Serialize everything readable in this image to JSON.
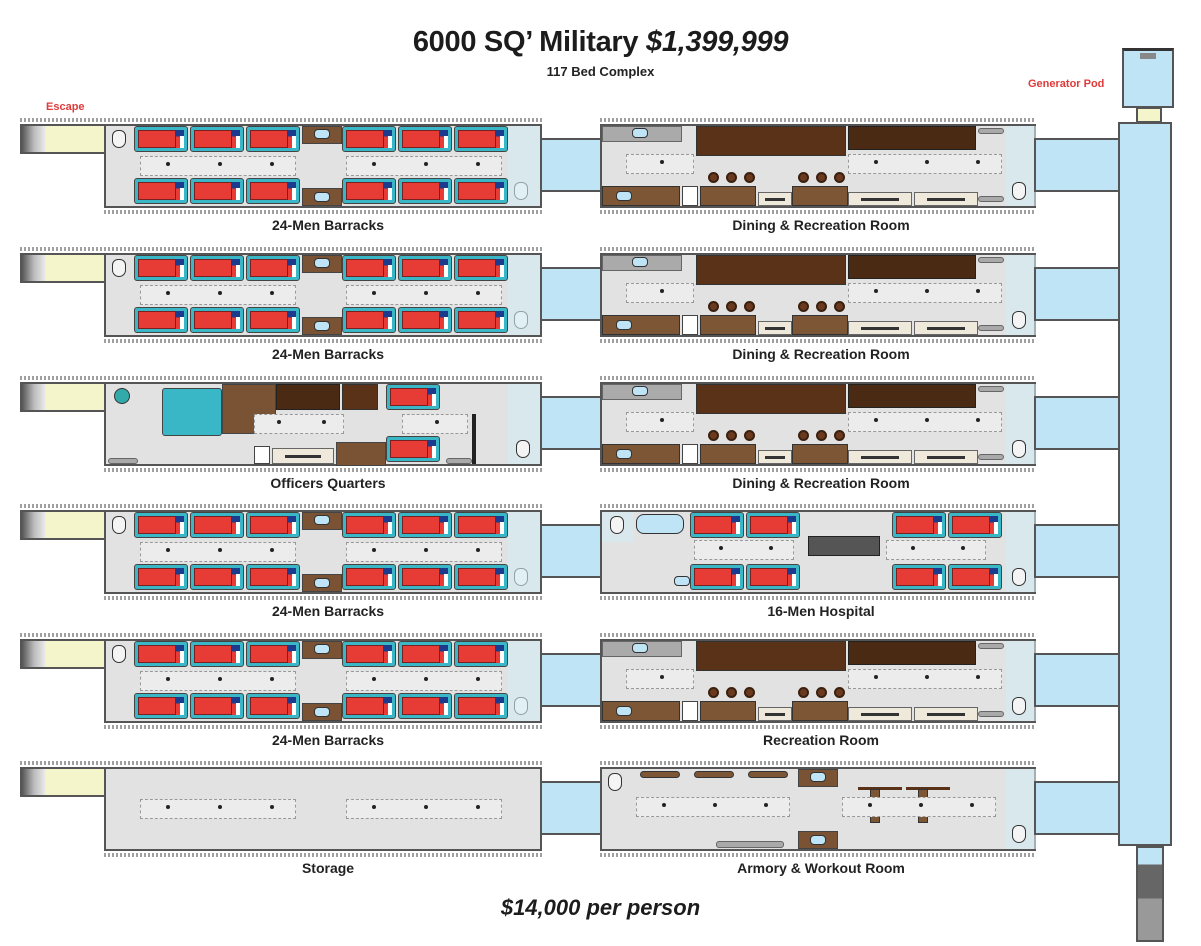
{
  "header": {
    "title_prefix": "6000 SQ’ Military",
    "title_price": "$1,399,999",
    "subtitle": "117 Bed Complex"
  },
  "labels": {
    "escape": "Escape",
    "generator_pod": "Generator Pod"
  },
  "footer": {
    "price_per_person": "$14,000 per person"
  },
  "left_column": [
    {
      "label": "24-Men Barracks",
      "type": "barracks"
    },
    {
      "label": "24-Men Barracks",
      "type": "barracks"
    },
    {
      "label": "Officers Quarters",
      "type": "officers"
    },
    {
      "label": "24-Men Barracks",
      "type": "barracks"
    },
    {
      "label": "24-Men Barracks",
      "type": "barracks"
    },
    {
      "label": "Storage",
      "type": "storage"
    }
  ],
  "right_column": [
    {
      "label": "Dining & Recreation Room",
      "type": "dining"
    },
    {
      "label": "Dining & Recreation Room",
      "type": "dining"
    },
    {
      "label": "Dining & Recreation Room",
      "type": "dining"
    },
    {
      "label": "16-Men Hospital",
      "type": "hospital"
    },
    {
      "label": "Recreation Room",
      "type": "dining"
    },
    {
      "label": "Armory & Workout Room",
      "type": "armory"
    }
  ],
  "colors": {
    "bed_mattress": "#e63c35",
    "bed_frame": "#3ab7c6",
    "corridor": "#bfe4f5",
    "floor": "#e2e2e2",
    "escape_hatch": "#f5f5cc",
    "wood": "#7a5234",
    "label_red": "#e03a3a"
  }
}
